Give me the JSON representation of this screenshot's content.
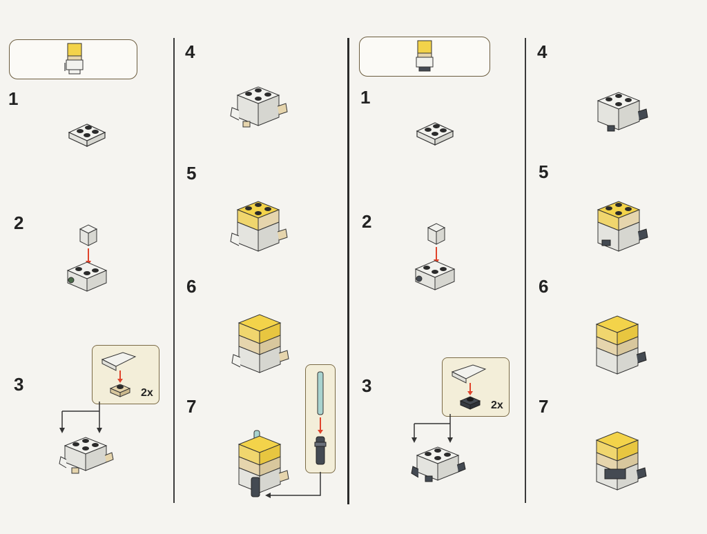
{
  "panels": [
    {
      "id": "A",
      "steps": [
        {
          "label": "1"
        },
        {
          "label": "2"
        },
        {
          "label": "3",
          "quantity": "2x"
        },
        {
          "label": "4"
        },
        {
          "label": "5"
        },
        {
          "label": "6"
        },
        {
          "label": "7"
        }
      ]
    },
    {
      "id": "B",
      "steps": [
        {
          "label": "1"
        },
        {
          "label": "2"
        },
        {
          "label": "3",
          "quantity": "2x"
        },
        {
          "label": "4"
        },
        {
          "label": "5"
        },
        {
          "label": "6"
        },
        {
          "label": "7"
        }
      ]
    }
  ],
  "colors": {
    "white_brick": "#f2f2ee",
    "tan_brick": "#e6d5ad",
    "yellow_brick": "#f3d34a",
    "outline": "#333333",
    "arrow": "#e0432b",
    "light_blue_saber": "#a9d3cf",
    "dark_grey": "#444a52"
  }
}
